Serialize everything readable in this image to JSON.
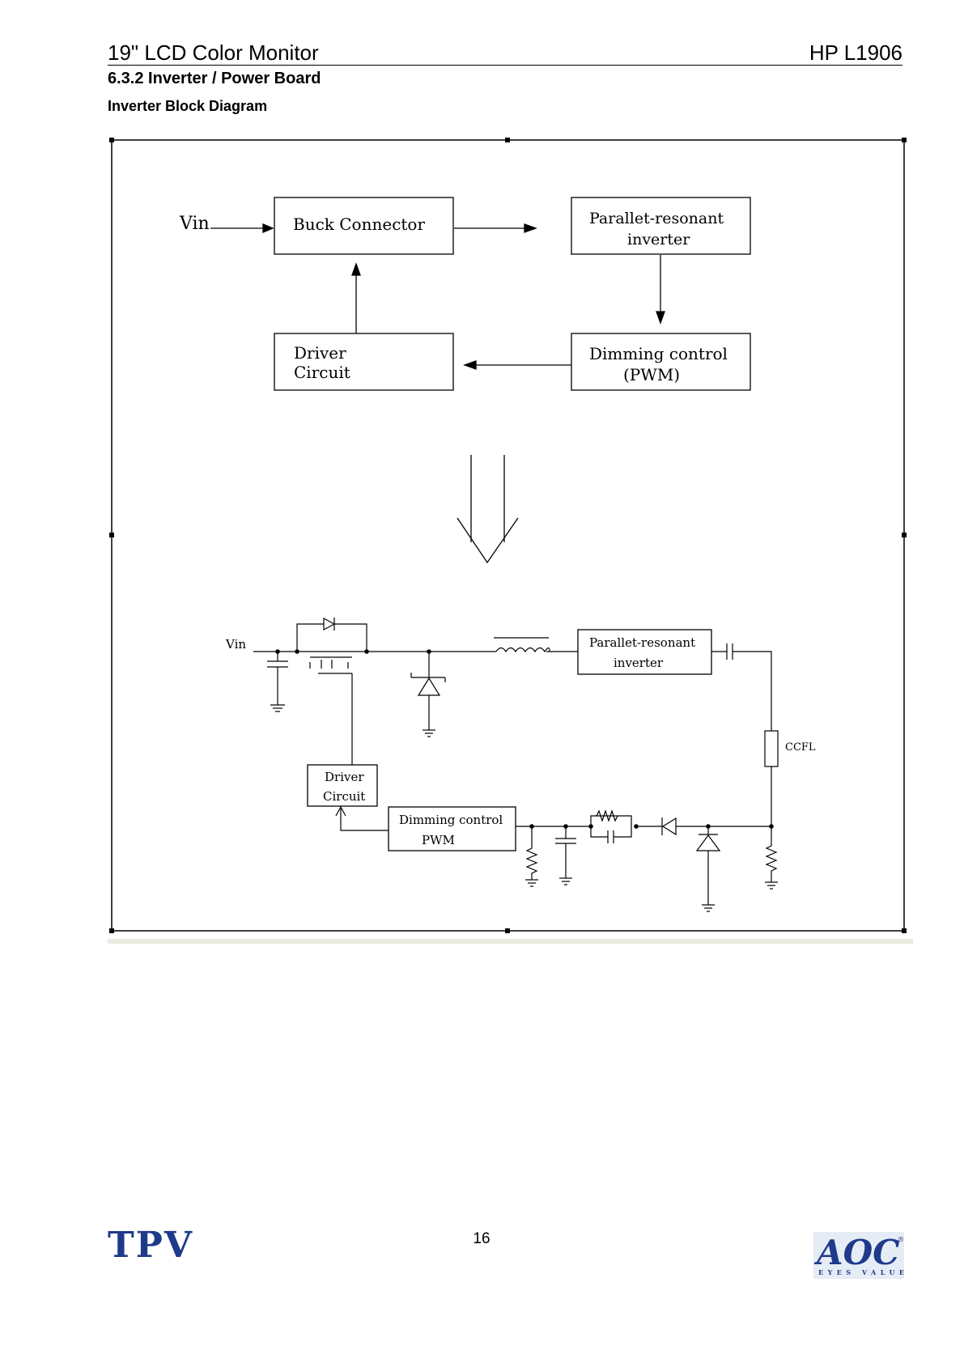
{
  "header": {
    "title": "19\" LCD Color Monitor",
    "model": "HP L1906"
  },
  "section": {
    "title": "6.3.2 Inverter / Power Board",
    "subtitle": "Inverter Block Diagram"
  },
  "block_diagram": {
    "vin": "Vin",
    "buck": "Buck Connector",
    "inverter_line1": "Parallet-resonant",
    "inverter_line2": "inverter",
    "driver_line1": "Driver",
    "driver_line2": "Circuit",
    "dimming_line1": "Dimming control",
    "dimming_line2": "(PWM)"
  },
  "circuit": {
    "vin": "Vin",
    "inverter_line1": "Parallet-resonant",
    "inverter_line2": "inverter",
    "driver_line1": "Driver",
    "driver_line2": "Circuit",
    "dimming_line1": "Dimming control",
    "dimming_line2": "PWM",
    "ccfl": "CCFL"
  },
  "footer": {
    "page_number": "16",
    "left_logo": "TPV",
    "right_logo": "AOC",
    "right_logo_tagline": "EYES VALUE"
  },
  "colors": {
    "logo_blue": "#1f3a8a"
  }
}
